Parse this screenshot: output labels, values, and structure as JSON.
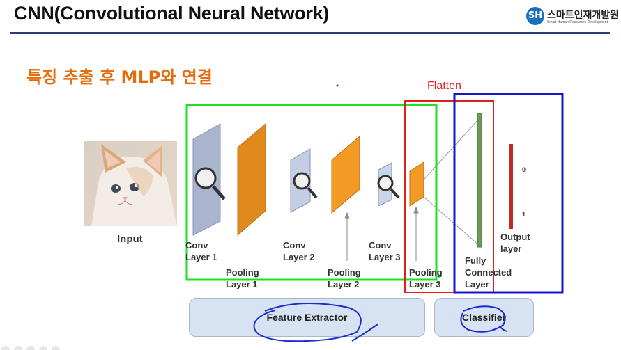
{
  "header": {
    "title": "CNN(Convolutional Neural Network)",
    "logo_name": "스마트인재개발원",
    "logo_sub": "Smart Human Resources Development",
    "logo_badge": "SH"
  },
  "slide": {
    "subtitle": "특징 추출 후 MLP와 연결",
    "flatten_label": "Flatten",
    "input_label": "Input",
    "layers": {
      "conv1": "Conv\nLayer 1",
      "pool1": "Pooling\nLayer 1",
      "conv2": "Conv\nLayer 2",
      "pool2": "Pooling\nLayer 2",
      "conv3": "Conv\nLayer 3",
      "pool3": "Pooling\nLayer 3",
      "fc": "Fully\nConnected\nLayer",
      "output": "Output\nlayer"
    },
    "output_values": {
      "top": "0",
      "bottom": "1"
    },
    "feature_extractor": "Feature Extractor",
    "classifier": "Classifier"
  },
  "colors": {
    "title_orange": "#e46c0a",
    "conv_blue": "#a9b4cf",
    "pool_orange": "#e08a1e",
    "fc_green": "#6e9a58",
    "output_red": "#c0282c",
    "box_green": "#1ee01e",
    "box_red": "#e02020",
    "box_blue": "#1515d0",
    "annotation_blue": "#1a2bd0"
  }
}
